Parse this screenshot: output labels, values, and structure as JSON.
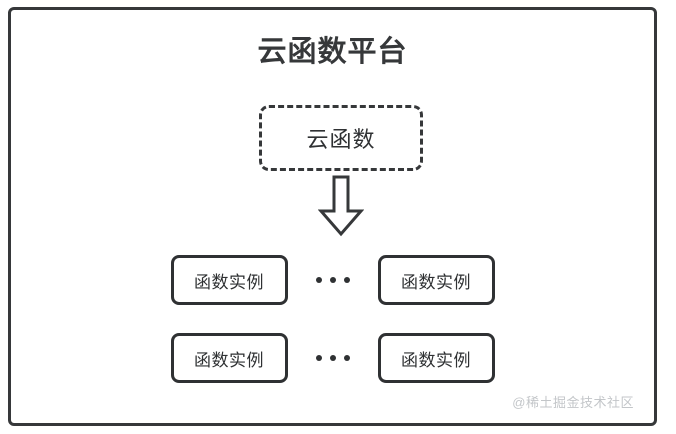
{
  "diagram": {
    "title": "云函数平台",
    "source_node": {
      "label": "云函数",
      "border_style": "dashed"
    },
    "arrow": {
      "icon": "down-block-arrow",
      "direction": "down"
    },
    "instance_rows": [
      {
        "left": {
          "label": "函数实例"
        },
        "separator": "•••",
        "right": {
          "label": "函数实例"
        }
      },
      {
        "left": {
          "label": "函数实例"
        },
        "separator": "•••",
        "right": {
          "label": "函数实例"
        }
      }
    ],
    "watermark": "@稀土掘金技术社区",
    "colors": {
      "stroke": "#36383a",
      "text": "#2f3133",
      "background": "#ffffff",
      "watermark": "#c3c6c9"
    }
  }
}
